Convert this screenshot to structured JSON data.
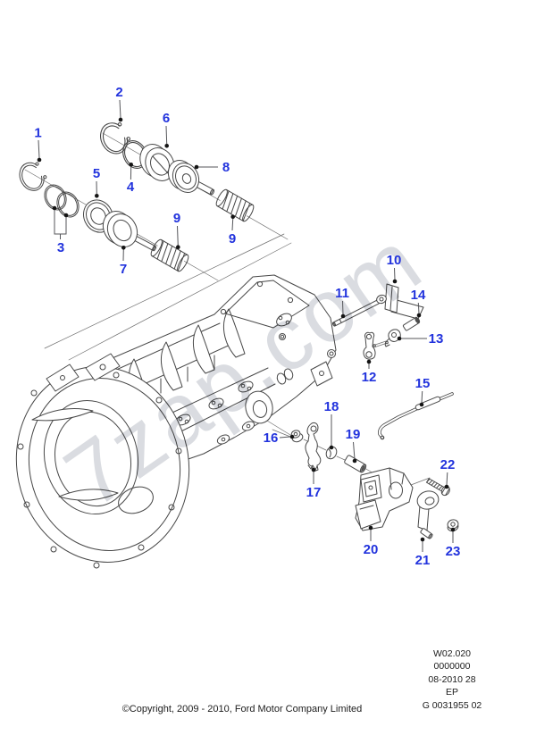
{
  "watermark": {
    "text": "7zap.com"
  },
  "colors": {
    "callout": "#2233dd",
    "watermark": "#c3c7ce",
    "line_art": "#474747"
  },
  "callouts": [
    "1",
    "2",
    "3",
    "4",
    "5",
    "6",
    "7",
    "8",
    "9",
    "9",
    "10",
    "11",
    "12",
    "13",
    "14",
    "15",
    "16",
    "17",
    "18",
    "19",
    "20",
    "21",
    "22",
    "23"
  ],
  "footer": {
    "copyright": "©Copyright, 2009 - 2010, Ford Motor Company Limited"
  },
  "plate": {
    "lines": [
      "W02.020",
      "0000000",
      "08-2010 28",
      "EP",
      "G 0031955 02"
    ]
  }
}
